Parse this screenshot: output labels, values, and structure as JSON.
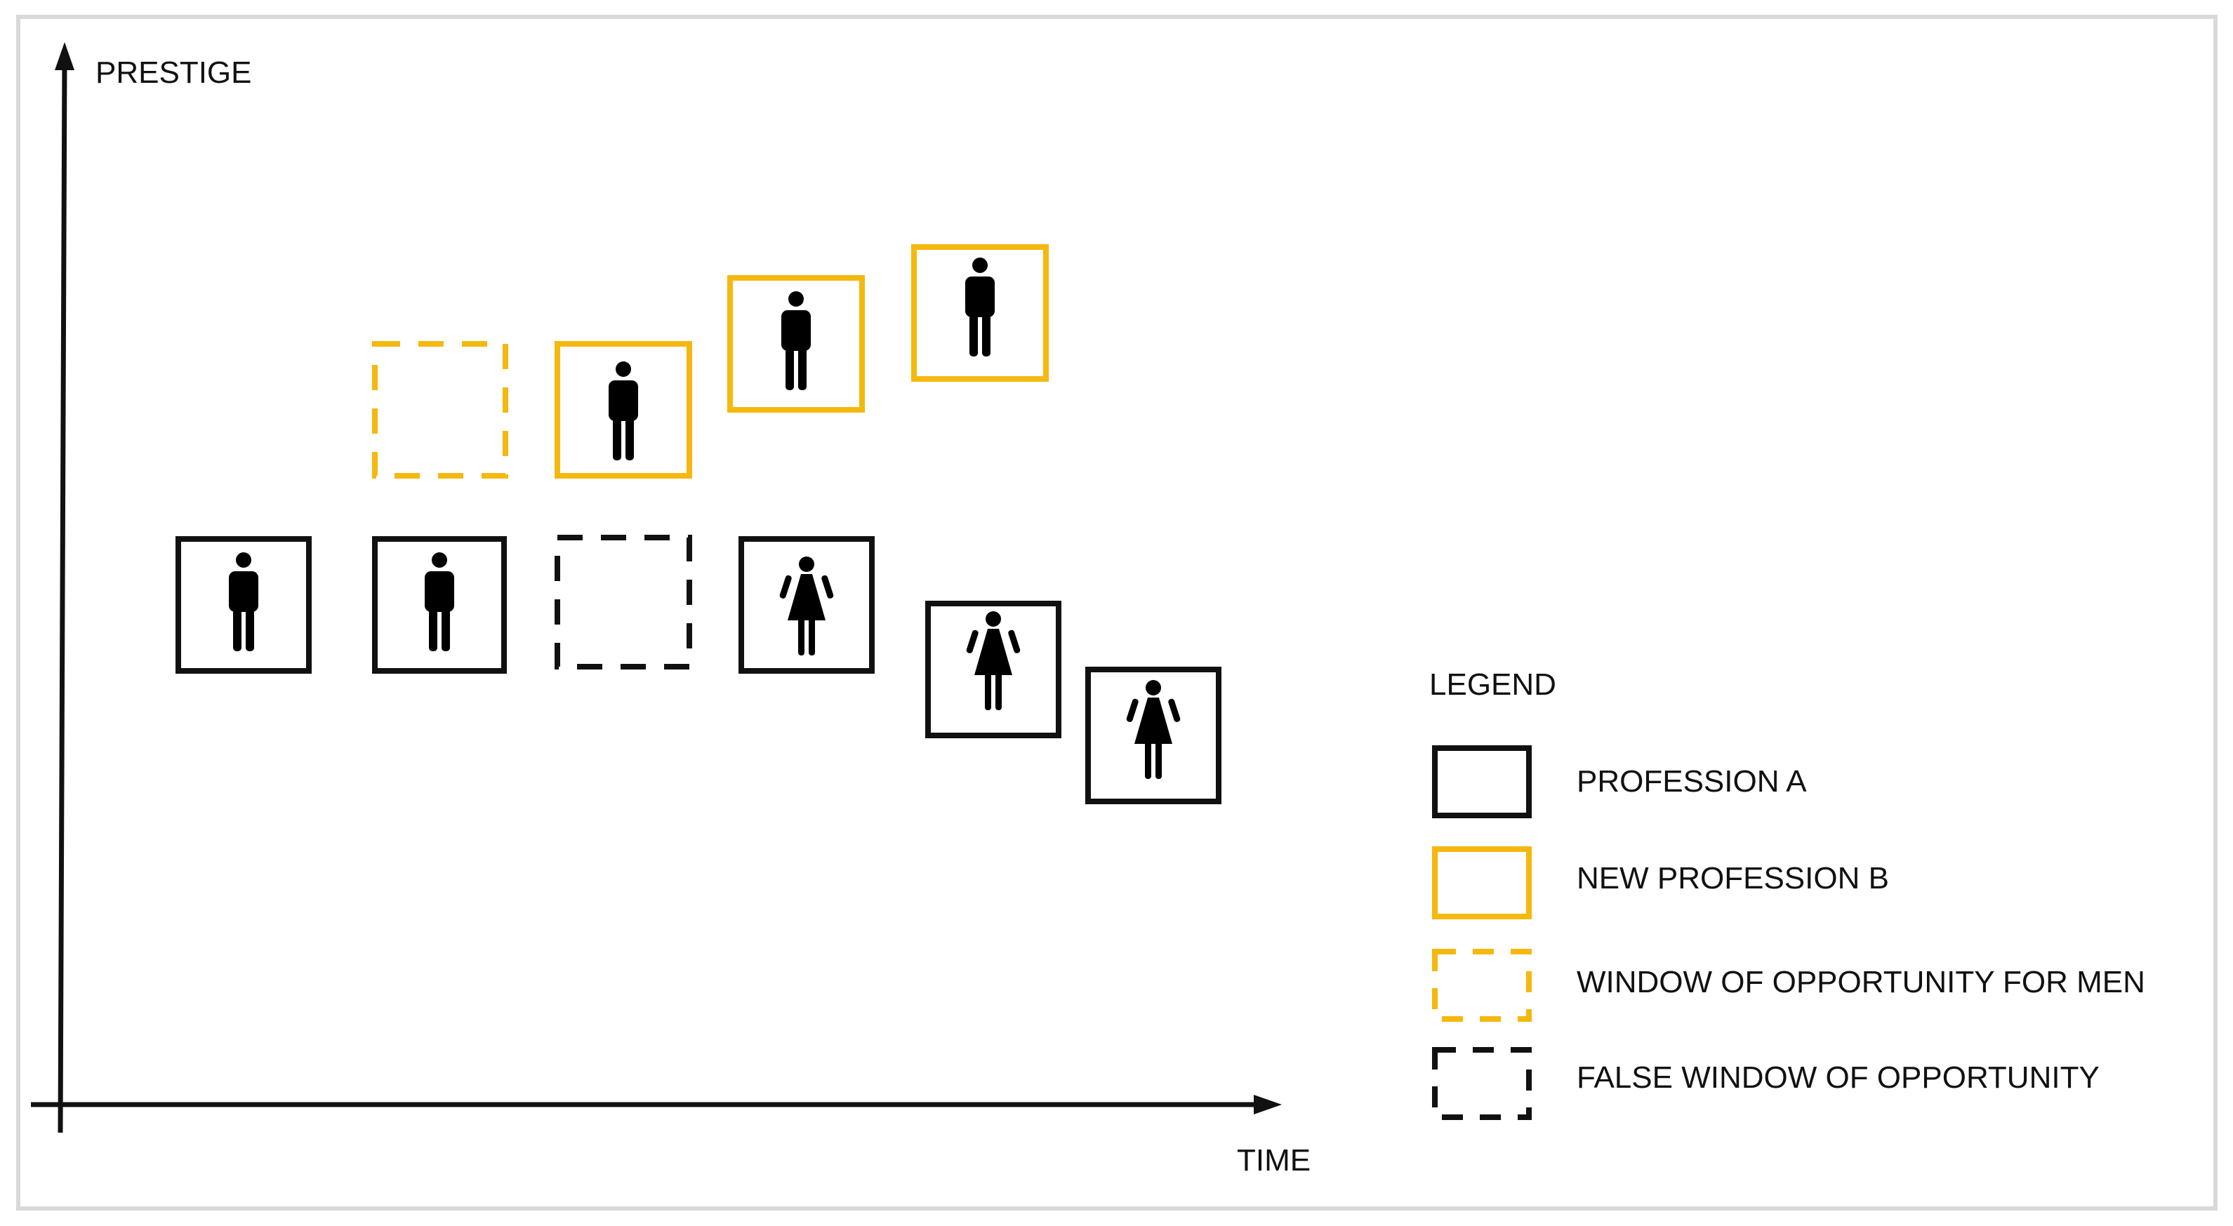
{
  "axes": {
    "y_label": "PRESTIGE",
    "x_label": "TIME"
  },
  "legend": {
    "title": "LEGEND",
    "items": [
      {
        "key": "profession_a",
        "label": "PROFESSION A"
      },
      {
        "key": "new_profession_b",
        "label": "NEW PROFESSION B"
      },
      {
        "key": "window_men",
        "label": "WINDOW OF OPPORTUNITY FOR MEN"
      },
      {
        "key": "false_window",
        "label": "FALSE WINDOW OF OPPORTUNITY"
      }
    ]
  },
  "boxes": [
    {
      "kind": "profession_a",
      "occupant": "man"
    },
    {
      "kind": "profession_a",
      "occupant": "man"
    },
    {
      "kind": "false_window",
      "occupant": "none"
    },
    {
      "kind": "profession_a",
      "occupant": "woman"
    },
    {
      "kind": "profession_a",
      "occupant": "woman"
    },
    {
      "kind": "profession_a",
      "occupant": "woman"
    },
    {
      "kind": "window_men",
      "occupant": "none"
    },
    {
      "kind": "new_profession_b",
      "occupant": "man"
    },
    {
      "kind": "new_profession_b",
      "occupant": "man"
    },
    {
      "kind": "new_profession_b",
      "occupant": "man"
    }
  ],
  "colors": {
    "profession_a": "#111111",
    "new_profession_b": "#f5b80f",
    "axis": "#111111",
    "frame": "#d9d9d9",
    "figure": "#000000"
  },
  "icons": {
    "man": "man-icon",
    "woman": "woman-icon"
  }
}
